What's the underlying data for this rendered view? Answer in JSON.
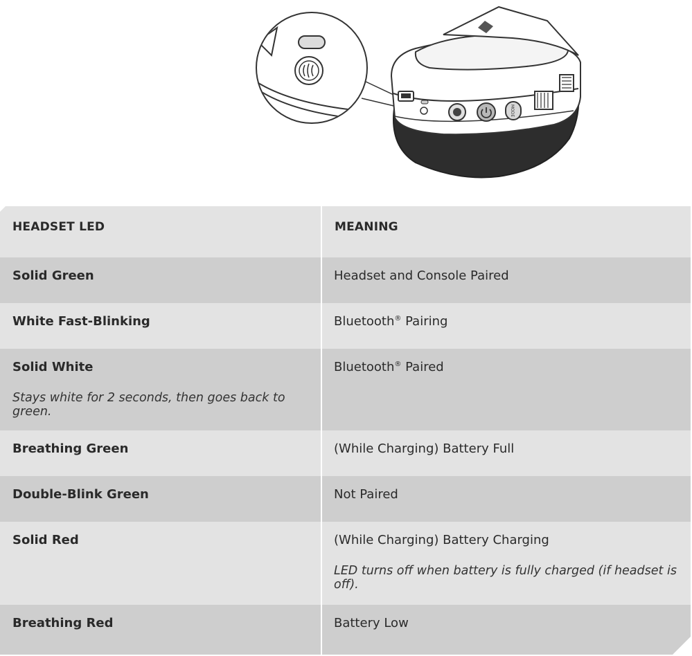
{
  "table": {
    "header": {
      "col1": "HEADSET LED",
      "col2": "MEANING"
    },
    "rows": [
      {
        "led": "Solid Green",
        "meaning": "Headset and Console Paired",
        "led_note": "",
        "meaning_note": ""
      },
      {
        "led": "White Fast-Blinking",
        "meaning": "Bluetooth",
        "led_note": "",
        "meaning_note": "",
        "meaning_suffix": " Pairing",
        "reg": "®"
      },
      {
        "led": "Solid White",
        "meaning": "Bluetooth",
        "led_note": "Stays white for 2 seconds, then goes back to green.",
        "meaning_note": "",
        "meaning_suffix": " Paired",
        "reg": "®"
      },
      {
        "led": "Breathing Green",
        "meaning": "(While Charging) Battery Full",
        "led_note": "",
        "meaning_note": ""
      },
      {
        "led": "Double-Blink Green",
        "meaning": "Not Paired",
        "led_note": "",
        "meaning_note": ""
      },
      {
        "led": "Solid Red",
        "meaning": "(While Charging) Battery Charging",
        "led_note": "",
        "meaning_note": "LED turns off when battery is fully charged (if headset is off)."
      },
      {
        "led": "Breathing Red",
        "meaning": "Battery Low",
        "led_note": "",
        "meaning_note": ""
      }
    ]
  },
  "illustration": {
    "button_label": "MODE",
    "icon": "headset-ear-cup-illustration"
  }
}
